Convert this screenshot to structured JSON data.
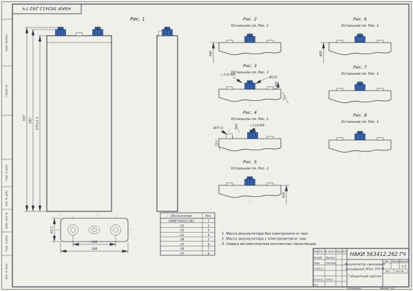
{
  "sheet": {
    "stamp_mirrored": "НАКИ 563412.262 ГЧ",
    "margin_labels": [
      "Перв. примен.",
      "Справ. №",
      "Подп. и дата",
      "Инв. № дубл.",
      "Взам. инв. №",
      "Подп. и дата",
      "Инв. № подл."
    ]
  },
  "fig1": {
    "caption": "Рис. 1",
    "dim_outer": "597",
    "dim_mid": "587",
    "dim_inner": "575±1,5"
  },
  "fig2": {
    "caption": "Рис. 2",
    "note": "Остальное см. Рис. 1",
    "dim": "540"
  },
  "fig3": {
    "caption": "Рис. 3",
    "note": "Остальное см. Рис. 1",
    "dia": "Ø135",
    "weld_note": "▷1×0,089",
    "max_note": "1 мах",
    "angle": "11°"
  },
  "fig4": {
    "caption": "Рис. 4",
    "note": "Остальное см. Рис. 1",
    "dia": "Ø77,9",
    "weld_note": "▷1×0,089",
    "max_note": "мах",
    "angle": "11°"
  },
  "fig5": {
    "caption": "Рис. 5",
    "note": "Остальное см. Рис. 1",
    "dim": "600"
  },
  "fig6": {
    "caption": "Рис. 6",
    "note": "Остальное см. Рис. 1",
    "dim": "600"
  },
  "fig7": {
    "caption": "Рис. 7",
    "note": "Остальное см. Рис. 1"
  },
  "fig8": {
    "caption": "Рис. 8",
    "note": "Остальное см. Рис. 1"
  },
  "top_view": {
    "dim_height": "63,5",
    "dim_inner": "108",
    "dim_outer": "198"
  },
  "table": {
    "col1": "Обозначение",
    "col2": "Рис.",
    "rows": [
      {
        "name": "НАКИ 563412.262",
        "fig": "1"
      },
      {
        "name": "- 01",
        "fig": "2"
      },
      {
        "name": "- 02",
        "fig": "3"
      },
      {
        "name": "- 03",
        "fig": "4"
      },
      {
        "name": "- 04",
        "fig": "5"
      },
      {
        "name": "- 05",
        "fig": "6"
      },
      {
        "name": "- 06",
        "fig": "7"
      },
      {
        "name": "- 07",
        "fig": "8"
      }
    ]
  },
  "notes": [
    "1. Масса аккумулятора без электролита   кг мах",
    "2. Масса аккумулятора с электролитом   кг мах",
    "3. Сварка автоматическая контактная токоотводов"
  ],
  "title_block": {
    "doc_number": "НАКИ 563412.262 ГЧ",
    "name_line1": "Аккумулятор свинцовый",
    "name_line2": "панцирный ЭПзС 375 М",
    "doc_type": "Габаритный чертеж",
    "sig_headers": [
      "Изм.",
      "Лист",
      "№ докум.",
      "Подп.",
      "Дата"
    ],
    "sig_rows": [
      {
        "role": "Разраб.",
        "name": "Макеев"
      },
      {
        "role": "Пров.",
        "name": "Карпова"
      },
      {
        "role": "Т.контр.",
        "name": ""
      },
      {
        "role": "Н.контр.",
        "name": "Титов"
      },
      {
        "role": "Утв.",
        "name": ""
      }
    ],
    "lit_label": "Лит.",
    "mass_label": "Масса",
    "scale_label": "Масштаб",
    "scale_value": "1:2",
    "sheet_label": "Лист",
    "sheets_label": "Листов",
    "sheets_value": "1",
    "copied_label": "Копировал",
    "format_label": "Формат",
    "format_value": "А2"
  }
}
